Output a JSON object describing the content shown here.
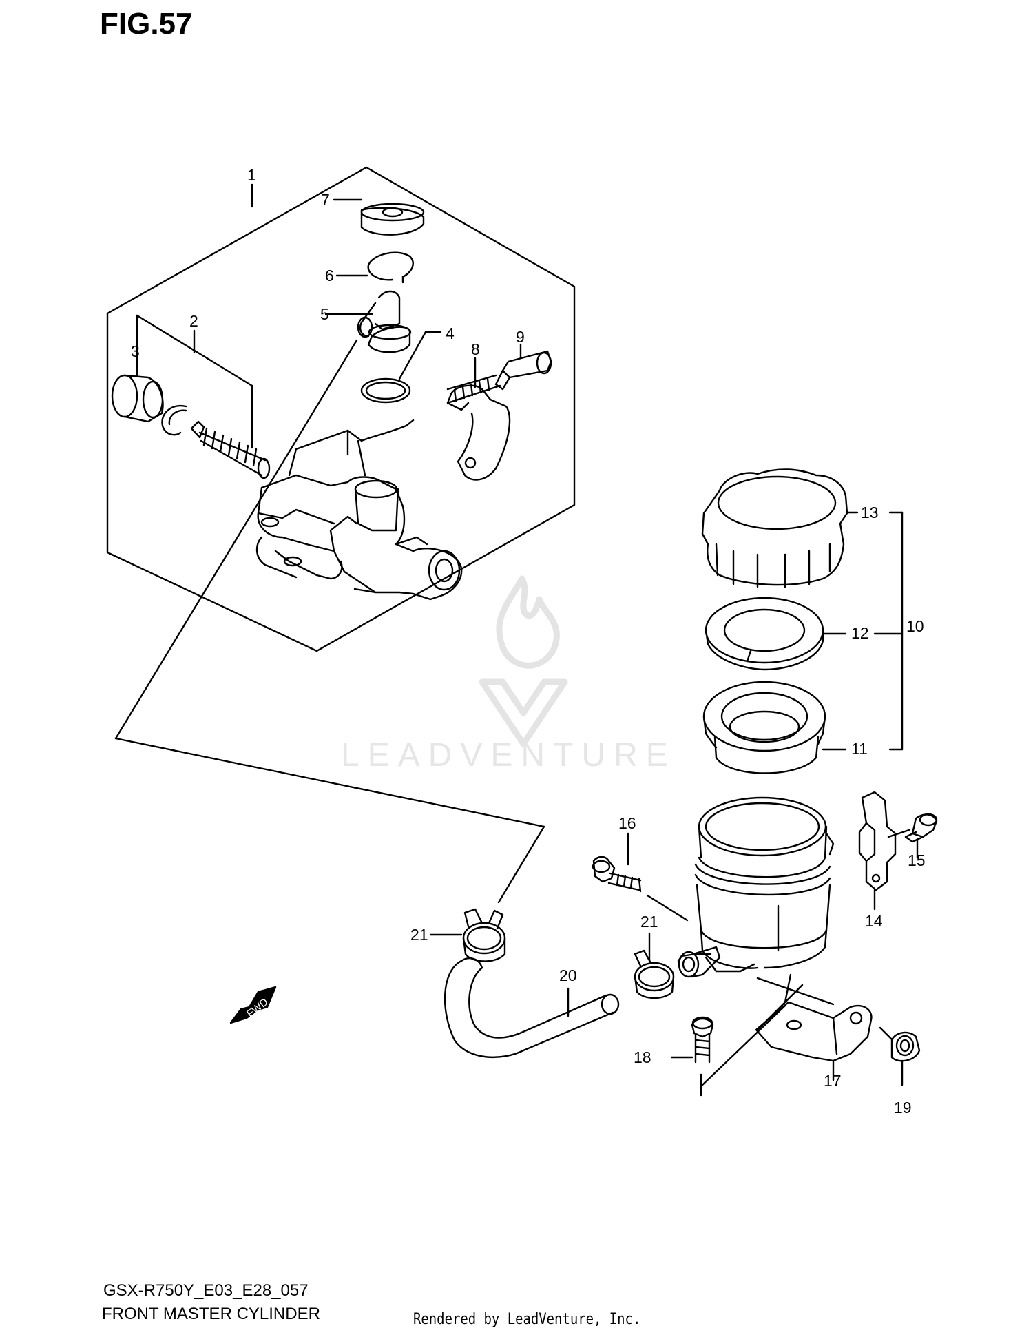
{
  "figure": {
    "title": "FIG.57"
  },
  "footer": {
    "model_code": "GSX-R750Y_E03_E28_057",
    "section_name": "FRONT MASTER CYLINDER",
    "rendered_by": "Rendered by LeadVenture, Inc."
  },
  "watermark": {
    "text": "LEADVENTURE"
  },
  "callouts": [
    "1",
    "2",
    "3",
    "4",
    "5",
    "6",
    "7",
    "8",
    "9",
    "10",
    "11",
    "12",
    "13",
    "14",
    "15",
    "16",
    "17",
    "18",
    "19",
    "20",
    "21",
    "21"
  ],
  "fwd_label": "FWD"
}
